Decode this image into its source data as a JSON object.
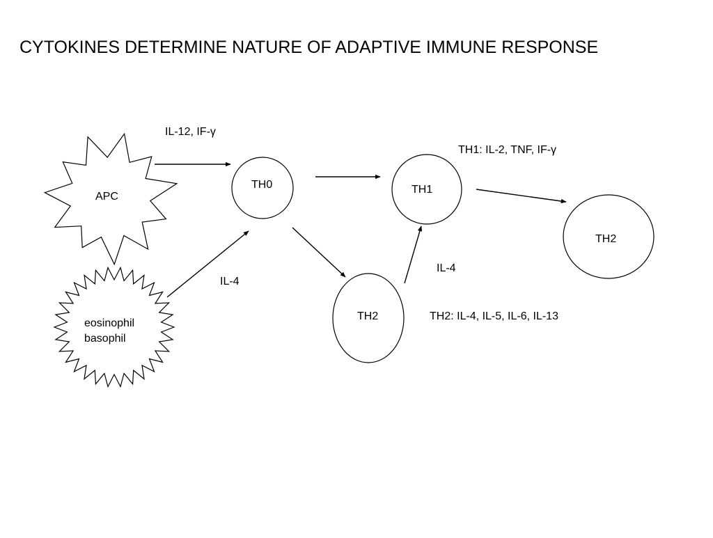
{
  "title": "CYTOKINES DETERMINE NATURE OF ADAPTIVE IMMUNE RESPONSE",
  "nodes": {
    "apc": "APC",
    "eosinophil_line1": "eosinophil",
    "eosinophil_line2": "basophil",
    "th0": "TH0",
    "th1": "TH1",
    "th2_lower": "TH2",
    "th2_right": "TH2"
  },
  "labels": {
    "apc_to_th0": "IL-12, IF-γ",
    "eos_to_th0": "IL-4",
    "th2_to_th1": "IL-4",
    "th1_cytokines": "TH1: IL-2, TNF, IF-γ",
    "th2_cytokines": "TH2: IL-4, IL-5, IL-6, IL-13"
  },
  "colors": {
    "stroke": "#000000",
    "background": "#ffffff"
  }
}
